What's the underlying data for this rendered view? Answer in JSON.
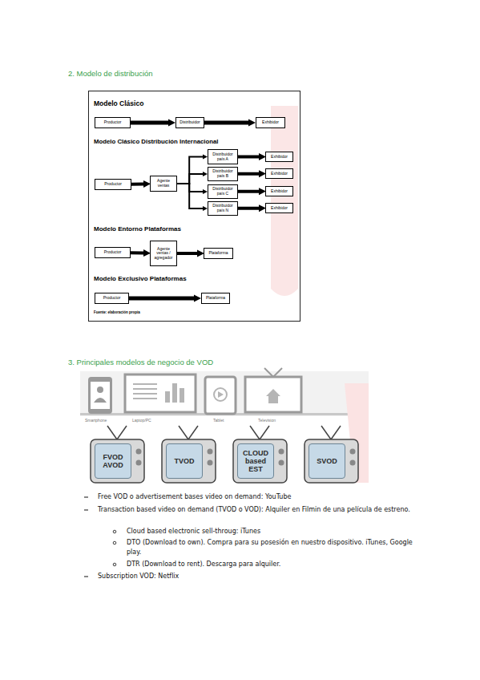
{
  "diagram": {
    "title": "2. Modelo de distribución",
    "nodes": [
      {
        "text": [
          "Modelo Clásico",
          "Modelo Clásico Distribución Internacional",
          "Modelo Entorno Plataformas",
          "Modelo Exclusivo Plataformas",
          "Fuente: elaboración propia"
        ]
      },
      {
        "text": [
          "Productor"
        ],
        "in": 0
      },
      {
        "text": [
          "Distribuidor"
        ],
        "in": 0
      },
      {
        "text": [
          "Exhibidor"
        ],
        "in": 0
      },
      {
        "text": [
          "Productor"
        ],
        "in": 0
      },
      {
        "text": [
          "Agente ventas"
        ],
        "in": 0
      },
      {
        "text": [
          "Distribuidor país A"
        ],
        "in": 0
      },
      {
        "text": [
          "Exhibidor"
        ],
        "in": 0
      },
      {
        "text": [
          "Distribuidor país B"
        ],
        "in": 0
      },
      {
        "text": [
          "Exhibidor"
        ],
        "in": 0
      },
      {
        "text": [
          "Distribuidor país C"
        ],
        "in": 0
      },
      {
        "text": [
          "Exhibidor"
        ],
        "in": 0
      },
      {
        "text": [
          "Distribuidor país N"
        ],
        "in": 0
      },
      {
        "text": [
          "Exhibidor"
        ],
        "in": 0
      },
      {
        "text": [
          "Productor"
        ],
        "in": 0
      },
      {
        "text": [
          "Agente ventas / agregador"
        ],
        "in": 0
      },
      {
        "text": [
          "Plataforma"
        ],
        "in": 0
      },
      {
        "text": [
          "Productor"
        ],
        "in": 0
      },
      {
        "text": [
          "Plataforma"
        ],
        "in": 0
      },
      {
        "text": [
          "FVOD AVOD"
        ]
      },
      {
        "text": [
          "TVOD"
        ]
      },
      {
        "text": [
          "CLOUD based EST"
        ]
      },
      {
        "text": [
          "SVOD"
        ]
      }
    ],
    "edges": [
      {
        "from": 1,
        "to": 2,
        "arrow": "to"
      },
      {
        "from": 2,
        "to": 3,
        "arrow": "to"
      },
      {
        "from": 4,
        "to": 5,
        "arrow": "to"
      },
      {
        "from": 5,
        "to": 6,
        "arrow": "to"
      },
      {
        "from": 5,
        "to": 8,
        "arrow": "to"
      },
      {
        "from": 5,
        "to": 10,
        "arrow": "to"
      },
      {
        "from": 5,
        "to": 12,
        "arrow": "to"
      },
      {
        "from": 6,
        "to": 7,
        "arrow": "to"
      },
      {
        "from": 8,
        "to": 9,
        "arrow": "to"
      },
      {
        "from": 10,
        "to": 11,
        "arrow": "to"
      },
      {
        "from": 12,
        "to": 13,
        "arrow": "to"
      },
      {
        "from": 14,
        "to": 15,
        "arrow": "to"
      },
      {
        "from": 15,
        "to": 16,
        "arrow": "to"
      },
      {
        "from": 17,
        "to": 18,
        "arrow": "to"
      }
    ],
    "labels": [
      "3. Principales modelos de negocio de VOD",
      "Smartphone",
      "Laptop/PC",
      "Tablet",
      "Television",
      "Free VOD o advertisement bases video on demand: YouTube",
      "Transaction based video on demand (TVOD o VOD): Alquiler en Filmin de una película de estreno.",
      "Cloud based electronic sell-throug: iTunes",
      "DTO (Download to own). Compra para su posesión en nuestro dispositivo. iTunes, Google play.",
      "DTR (Download to rent). Descarga para alquiler.",
      "Subscription VOD: Netflix"
    ]
  }
}
